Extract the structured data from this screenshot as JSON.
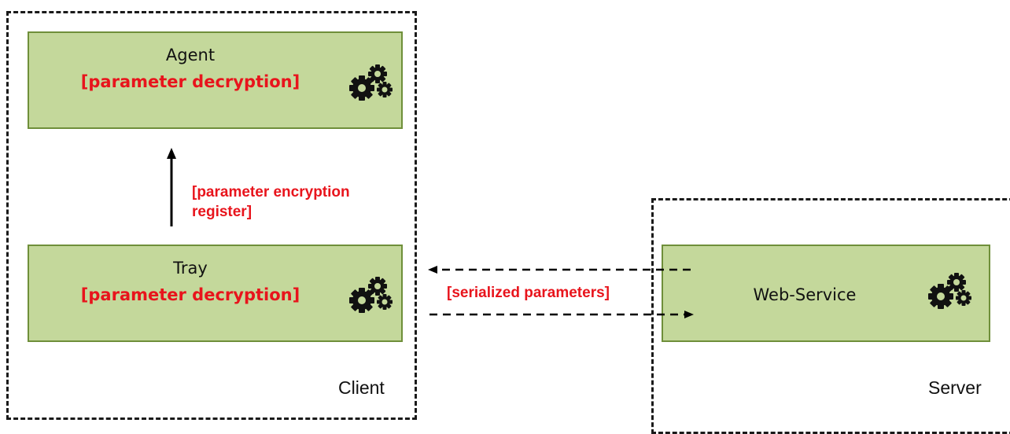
{
  "client": {
    "label": "Client",
    "agent": {
      "title": "Agent",
      "subtitle": "[parameter decryption]",
      "icon": "gears-icon"
    },
    "tray": {
      "title": "Tray",
      "subtitle": "[parameter decryption]",
      "icon": "gears-icon"
    },
    "arrow_label_line1": "[parameter encryption",
    "arrow_label_line2": "register]"
  },
  "server": {
    "label": "Server",
    "web_service": {
      "title": "Web-Service",
      "icon": "gears-icon"
    }
  },
  "connection_label": "[serialized parameters]",
  "colors": {
    "box_fill": "#c4d89b",
    "box_border": "#6f8f3a",
    "accent_red": "#e8141c",
    "dash": "#1a1a1a"
  }
}
